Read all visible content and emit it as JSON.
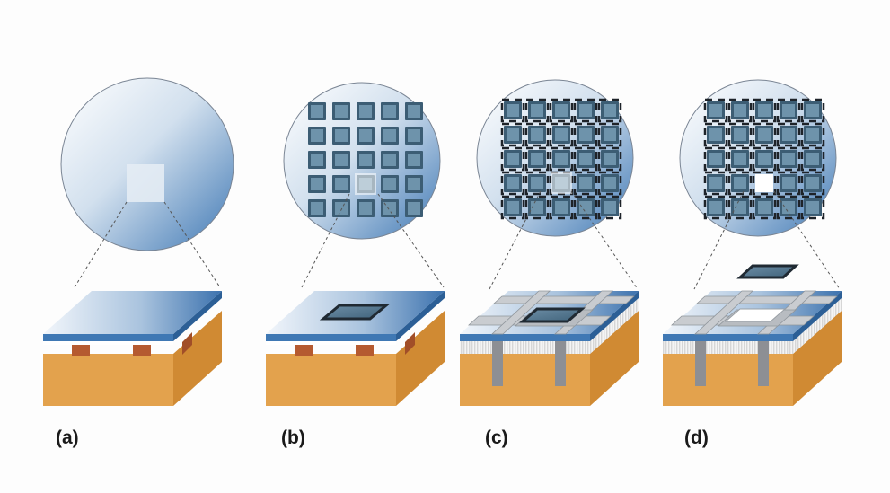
{
  "panels": [
    {
      "label": "(a)",
      "stage": "bare-wafer"
    },
    {
      "label": "(b)",
      "stage": "patterned-chip-array"
    },
    {
      "label": "(c)",
      "stage": "trenched-chip-array"
    },
    {
      "label": "(d)",
      "stage": "released-chip"
    }
  ],
  "colors": {
    "background": "#fdfdfd",
    "wafer_blue": "#3f78b4",
    "wafer_light": "#f2f6fb",
    "substrate": "#e3a24d",
    "substrate_side": "#d08a33",
    "pillar": "#b55a30",
    "chip": "#51768f",
    "chip_border": "#202a33",
    "dashed_line": "#555555"
  }
}
